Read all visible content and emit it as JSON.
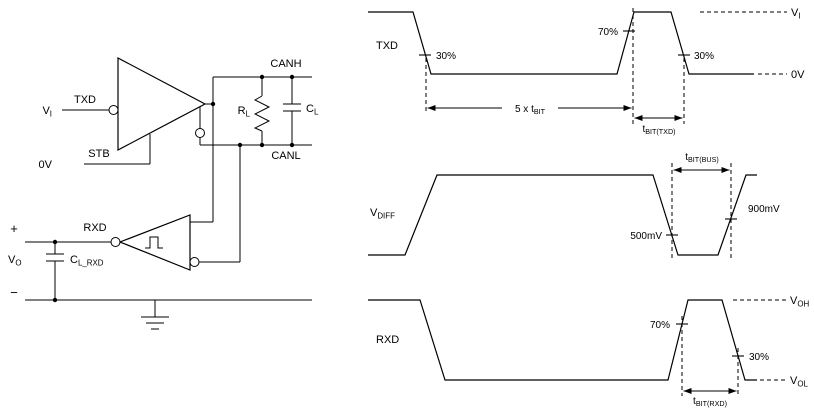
{
  "circuit": {
    "vi": {
      "base": "V",
      "sub": "I"
    },
    "txd": "TXD",
    "zero_v": "0V",
    "stb": "STB",
    "canh": "CANH",
    "canl": "CANL",
    "rl": {
      "base": "R",
      "sub": "L"
    },
    "cl": {
      "base": "C",
      "sub": "L"
    },
    "rxd": "RXD",
    "vo": {
      "base": "V",
      "sub": "O"
    },
    "cl_rxd": {
      "base": "C",
      "sub": "L_RXD"
    },
    "plus": "+",
    "minus": "−"
  },
  "txd_wave": {
    "label": "TXD",
    "pct30": "30%",
    "pct70": "70%",
    "five_tbit": {
      "base": "5 x t",
      "sub": "BIT"
    },
    "tbit_txd": {
      "base": "t",
      "sub": "BIT(TXD)"
    },
    "vi": {
      "base": "V",
      "sub": "I"
    },
    "zero_v": "0V"
  },
  "vdiff_wave": {
    "label": {
      "base": "V",
      "sub": "DIFF"
    },
    "mv500": "500mV",
    "mv900": "900mV",
    "tbit_bus": {
      "base": "t",
      "sub": "BIT(BUS)"
    }
  },
  "rxd_wave": {
    "label": "RXD",
    "pct70": "70%",
    "pct30": "30%",
    "tbit_rxd": {
      "base": "t",
      "sub": "BIT(RXD)"
    },
    "voh": {
      "base": "V",
      "sub": "OH"
    },
    "vol": {
      "base": "V",
      "sub": "OL"
    }
  },
  "colors": {
    "stroke": "#000000",
    "background": "#ffffff"
  }
}
